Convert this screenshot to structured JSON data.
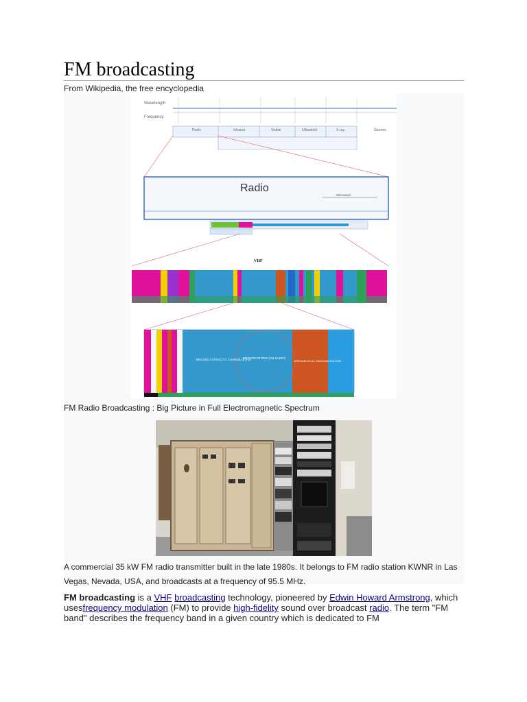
{
  "article": {
    "title": "FM broadcasting",
    "tagline": "From Wikipedia, the free encyclopedia"
  },
  "figure1": {
    "caption": "FM Radio Broadcasting : Big Picture in Full Electromagnetic Spectrum",
    "diagram": {
      "row_wavelength": "Wavelength",
      "row_frequency": "Frequency",
      "bands": [
        "Radio",
        "Infrared",
        "Visible",
        "Ultraviolet",
        "X-ray",
        "Gamma"
      ],
      "zoom_title": "Radio",
      "microwave_label": "Microwave",
      "vhf_title": "VHF",
      "fm_block_a": "BROADCASTING (TV CHANNELS 5-6)",
      "fm_block_b": "BROADCASTING (FM RADIO)",
      "fm_block_c": "AERONAUTICAL RADIONAVIGATION"
    }
  },
  "figure2": {
    "caption": "A commercial 35 kW FM radio transmitter built in the late 1980s. It belongs to FM radio station KWNR in Las Vegas, Nevada, USA, and broadcasts at a frequency of 95.5 MHz."
  },
  "intro": {
    "term": "FM broadcasting",
    "t1": " is a ",
    "link_vhf": "VHF",
    "t2": " ",
    "link_broadcasting": "broadcasting",
    "t3": " technology, pioneered by ",
    "link_armstrong": "Edwin Howard Armstrong",
    "t4": ", which uses",
    "link_fm": "frequency modulation",
    "t5": " (FM) to provide ",
    "link_hifi": "high-fidelity",
    "t6": " sound over broadcast ",
    "link_radio": "radio",
    "t7": ". The term \"FM band\" describes the frequency band in a given country which is dedicated to FM"
  },
  "colors": {
    "link": "#0b0080",
    "spectrum_blue": "#3399cc",
    "spectrum_orange": "#cc5522",
    "spectrum_magenta": "#e0129a"
  }
}
